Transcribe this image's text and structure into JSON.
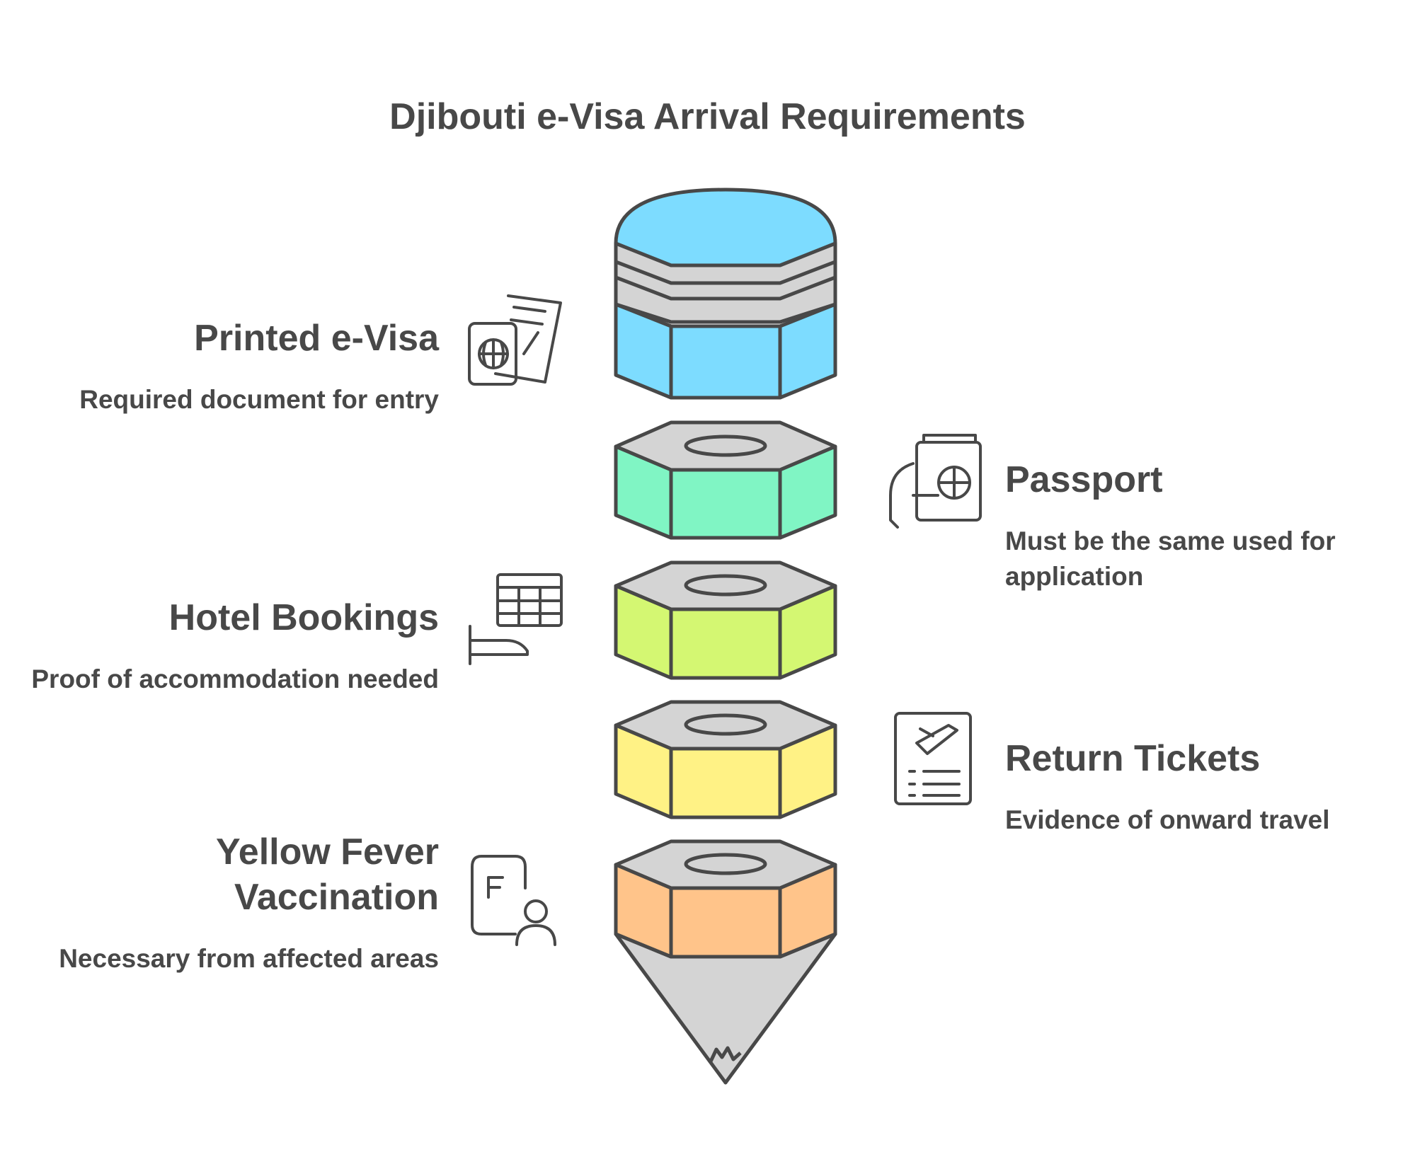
{
  "title": "Djibouti e-Visa Arrival Requirements",
  "colors": {
    "outline": "#484848",
    "gray": "#d4d4d4",
    "blue": "#7ddcff",
    "green": "#80f5c4",
    "lime": "#d4f772",
    "yellow": "#fff285",
    "orange": "#ffc48a"
  },
  "items": [
    {
      "heading": "Printed e-Visa",
      "description": "Required document for entry",
      "icon": "passport-ticket-icon",
      "color": "blue"
    },
    {
      "heading": "Passport",
      "description": "Must be the same used for application",
      "icon": "hand-passport-icon",
      "color": "green"
    },
    {
      "heading": "Hotel Bookings",
      "description": "Proof of accommodation needed",
      "icon": "hand-calendar-icon",
      "color": "lime"
    },
    {
      "heading": "Return Tickets",
      "description": "Evidence of onward travel",
      "icon": "flight-document-icon",
      "color": "yellow"
    },
    {
      "heading": "Yellow Fever Vaccination",
      "description": "Necessary from affected areas",
      "icon": "vaccination-record-icon",
      "color": "orange"
    }
  ]
}
